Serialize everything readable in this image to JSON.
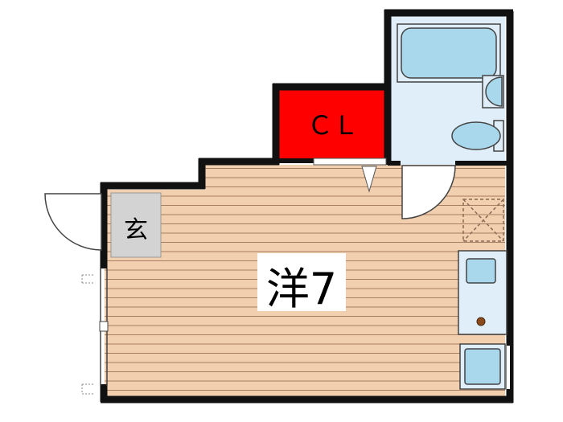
{
  "rooms": {
    "western": {
      "label": "洋7"
    },
    "closet": {
      "label": "ＣＬ"
    },
    "entrance": {
      "label": "玄"
    }
  },
  "colors": {
    "wall": "#111111",
    "floor": "#f2cfae",
    "floor_line": "#a87e63",
    "closet": "#ff0000",
    "bath": "#dfeef8",
    "fixture": "#a9d7ec",
    "entrance": "#d3d3d3"
  }
}
